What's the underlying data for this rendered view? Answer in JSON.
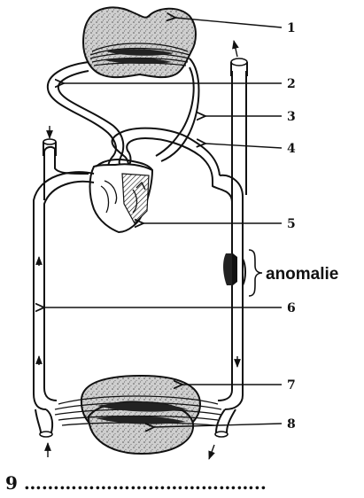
{
  "labels": {
    "l1": "1",
    "l2": "2",
    "l3": "3",
    "l4": "4",
    "l5": "5",
    "l6": "6",
    "l7": "7",
    "l8": "8",
    "anomalie": "anomalie",
    "question": "9 ………………………………….."
  },
  "colors": {
    "line": "#111111",
    "organ_fill": "#d6d6d6",
    "muscle": "#111111"
  }
}
